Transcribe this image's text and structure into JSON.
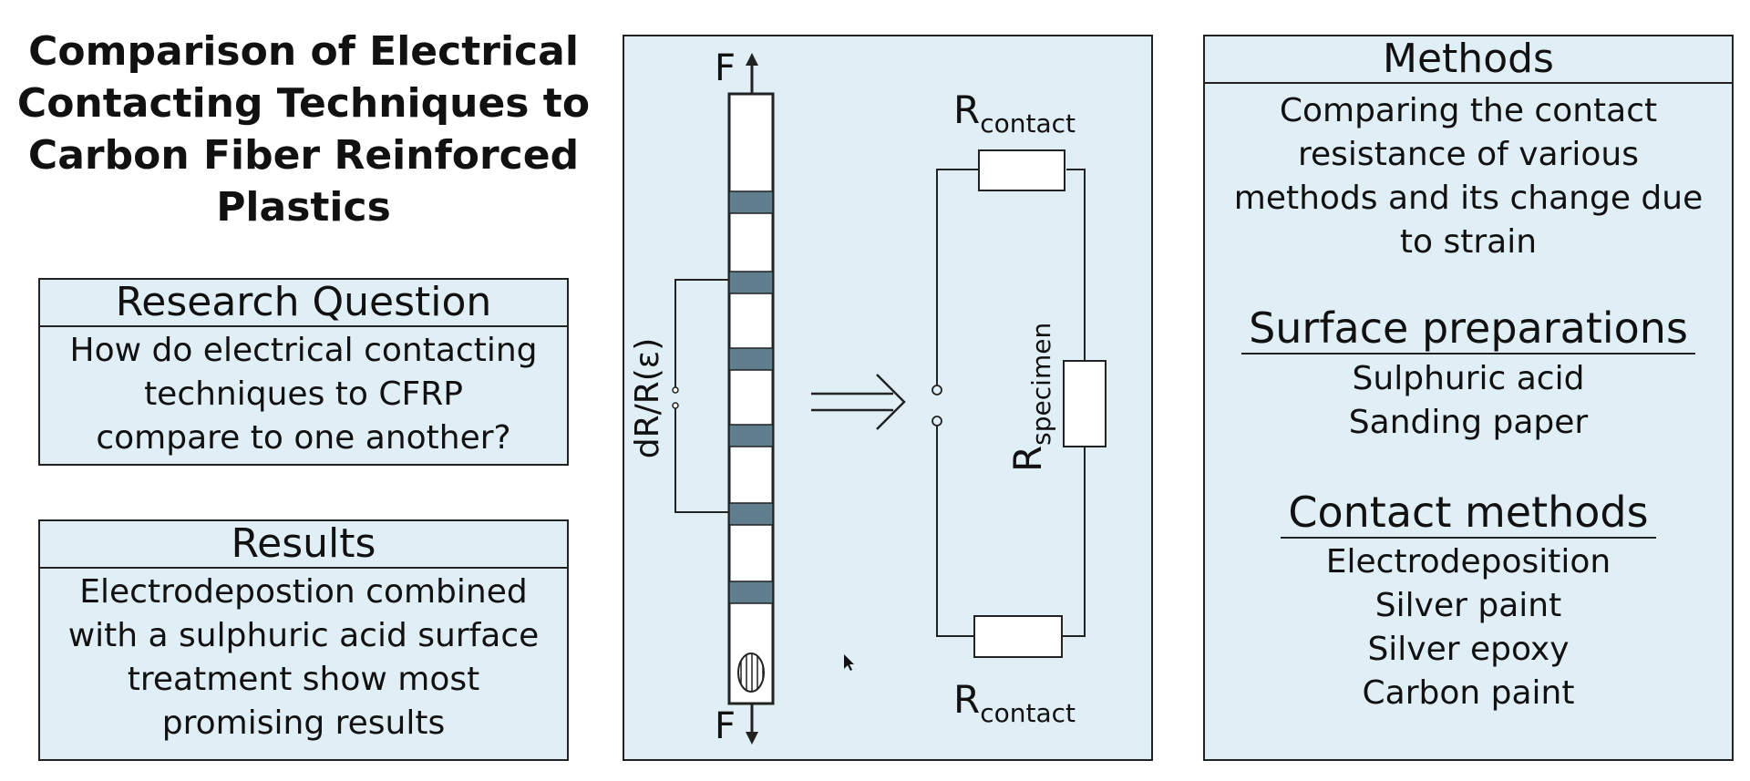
{
  "title": {
    "lines": [
      "Comparison of Electrical",
      "Contacting Techniques to",
      "Carbon Fiber Reinforced",
      "Plastics"
    ]
  },
  "research_question": {
    "heading": "Research Question",
    "lines": [
      "How do electrical contacting",
      "techniques to CFRP",
      "compare to one another?"
    ]
  },
  "results": {
    "heading": "Results",
    "lines": [
      "Electrodepostion combined",
      "with a sulphuric acid surface",
      "treatment show most",
      "promising results"
    ]
  },
  "diagram": {
    "force_top": "F",
    "force_bottom": "F",
    "measure_label": "dR/R(ε)",
    "r_contact_top": {
      "main": "R",
      "sub": "contact"
    },
    "r_specimen": {
      "main": "R",
      "sub": "specimen"
    },
    "r_contact_bottom": {
      "main": "R",
      "sub": "contact"
    },
    "colors": {
      "panel": "#e0eef6",
      "electrode": "#5f7f8f",
      "line": "#222222"
    }
  },
  "methods": {
    "heading": "Methods",
    "lines": [
      "Comparing the contact",
      "resistance of various",
      "methods and its change due",
      "to strain"
    ],
    "surface_heading": "Surface preparations",
    "surface_items": [
      "Sulphuric acid",
      "Sanding paper"
    ],
    "contact_heading": "Contact methods",
    "contact_items": [
      "Electrodeposition",
      "Silver paint",
      "Silver epoxy",
      "Carbon paint"
    ]
  }
}
